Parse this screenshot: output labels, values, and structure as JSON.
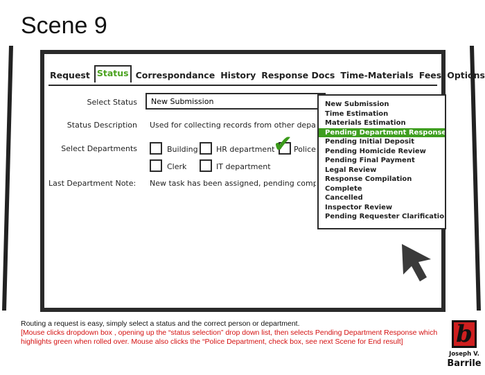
{
  "scene_title": "Scene 9",
  "tabs": [
    {
      "label": "Request"
    },
    {
      "label": "Status"
    },
    {
      "label": "Correspondance"
    },
    {
      "label": "History"
    },
    {
      "label": "Response Docs"
    },
    {
      "label": "Time-Materials"
    },
    {
      "label": "Fees"
    },
    {
      "label": "Options"
    }
  ],
  "active_tab": "Status",
  "form": {
    "select_status_label": "Select Status",
    "select_status_value": "New Submission",
    "status_description_label": "Status Description",
    "status_description_value": "Used for collecting records from other depa",
    "select_departments_label": "Select Departments",
    "last_note_label": "Last Department Note:",
    "last_note_value": "New task has been assigned, pending comple",
    "departments": [
      {
        "label": "Building",
        "checked": false
      },
      {
        "label": "HR department",
        "checked": false
      },
      {
        "label": "Police",
        "checked": true
      },
      {
        "label": "Clerk",
        "checked": false
      },
      {
        "label": "IT department",
        "checked": false
      }
    ]
  },
  "dropdown": {
    "options": [
      "New Submission",
      "Time Estimation",
      "Materials Estimation",
      "Pending Department Response",
      "Pending Initial Deposit",
      "Pending Homicide Review",
      "Pending Final Payment",
      "Legal Review",
      "Response Compilation",
      "Complete",
      "Cancelled",
      "Inspector Review",
      "Pending Requester Clarification"
    ],
    "highlighted": "Pending Department Response"
  },
  "caption": {
    "main": "Routing a request is easy, simply select a status and the correct person or department.",
    "note": "[Mouse clicks dropdown box , opening up the “status selection” drop down list, then selects Pending Department Response which highlights green when rolled over.   Mouse also clicks the “Police Department, check box, see next Scene for End result]"
  },
  "logo": {
    "mark": "b",
    "line1": "Joseph V.",
    "line2": "Barrile"
  },
  "colors": {
    "accent_green": "#3e9e1f",
    "note_red": "#d41010",
    "logo_red": "#cf1f1f"
  },
  "icons": {
    "check": "check-icon",
    "cursor": "mouse-cursor-icon"
  }
}
